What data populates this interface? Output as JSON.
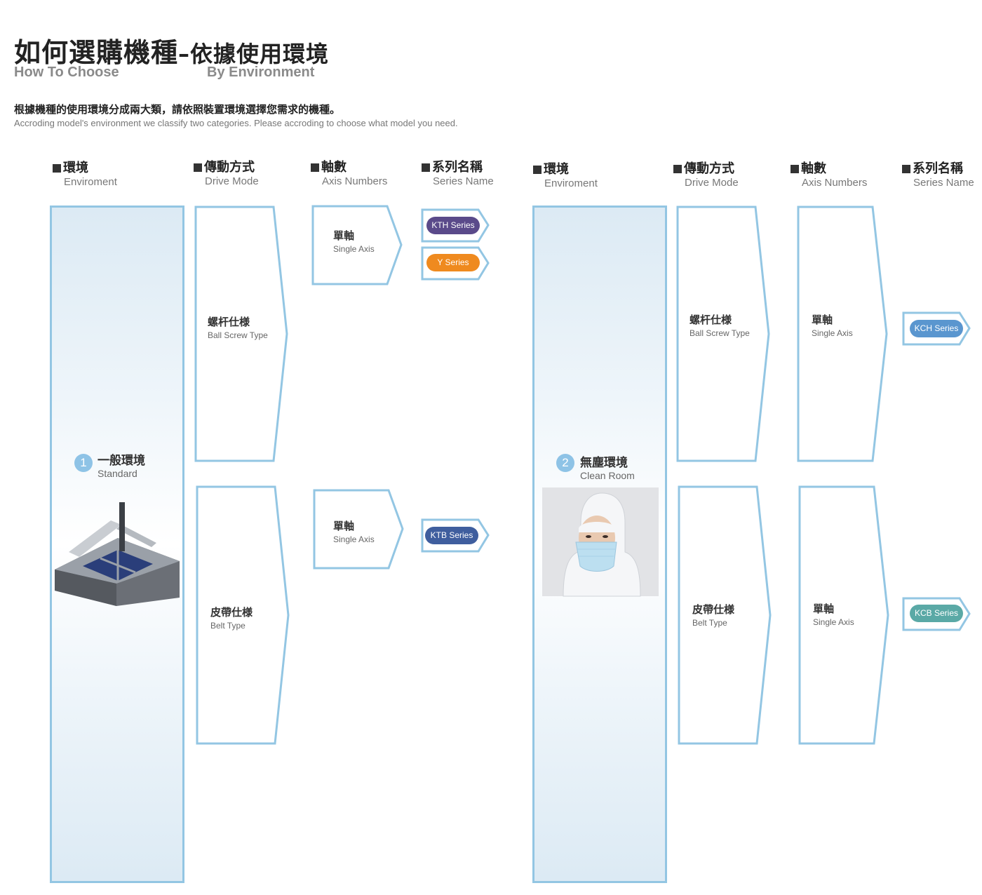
{
  "header": {
    "title_zh_main": "如何選購機種",
    "title_zh_sub": "–依據使用環境",
    "title_en_left": "How To Choose",
    "title_en_right": "By Environment",
    "intro_zh": "根據機種的使用環境分成兩大類，請依照裝置環境選擇您需求的機種。",
    "intro_en": "Accroding model's environment we classify two categories.  Please accroding  to choose what model you need."
  },
  "columns": [
    {
      "zh": "環境",
      "en": "Enviroment"
    },
    {
      "zh": "傳動方式",
      "en": "Drive Mode"
    },
    {
      "zh": "軸數",
      "en": "Axis Numbers"
    },
    {
      "zh": "系列名稱",
      "en": "Series Name"
    }
  ],
  "environments": [
    {
      "number": "1",
      "zh": "一般環境",
      "en": "Standard",
      "image_icon": "xyz-robot-icon",
      "drives": [
        {
          "zh": "螺杆仕様",
          "en": "Ball Screw Type",
          "axis": {
            "zh": "單軸",
            "en": "Single Axis"
          },
          "series": [
            {
              "label": "KTH Series",
              "color": "#5a4a8a"
            },
            {
              "label": "Y Series",
              "color": "#ef8a1f"
            }
          ]
        },
        {
          "zh": "皮帶仕様",
          "en": "Belt Type",
          "axis": {
            "zh": "單軸",
            "en": "Single Axis"
          },
          "series": [
            {
              "label": "KTB Series",
              "color": "#3f5e9e"
            }
          ]
        }
      ]
    },
    {
      "number": "2",
      "zh": "無塵環境",
      "en": "Clean Room",
      "image_icon": "cleanroom-person-icon",
      "drives": [
        {
          "zh": "螺杆仕様",
          "en": "Ball Screw Type",
          "axis": {
            "zh": "單軸",
            "en": "Single Axis"
          },
          "series": [
            {
              "label": "KCH Series",
              "color": "#5a96cf"
            }
          ]
        },
        {
          "zh": "皮帶仕様",
          "en": "Belt Type",
          "axis": {
            "zh": "單軸",
            "en": "Single Axis"
          },
          "series": [
            {
              "label": "KCB Series",
              "color": "#5aa9a6"
            }
          ]
        }
      ]
    }
  ]
}
